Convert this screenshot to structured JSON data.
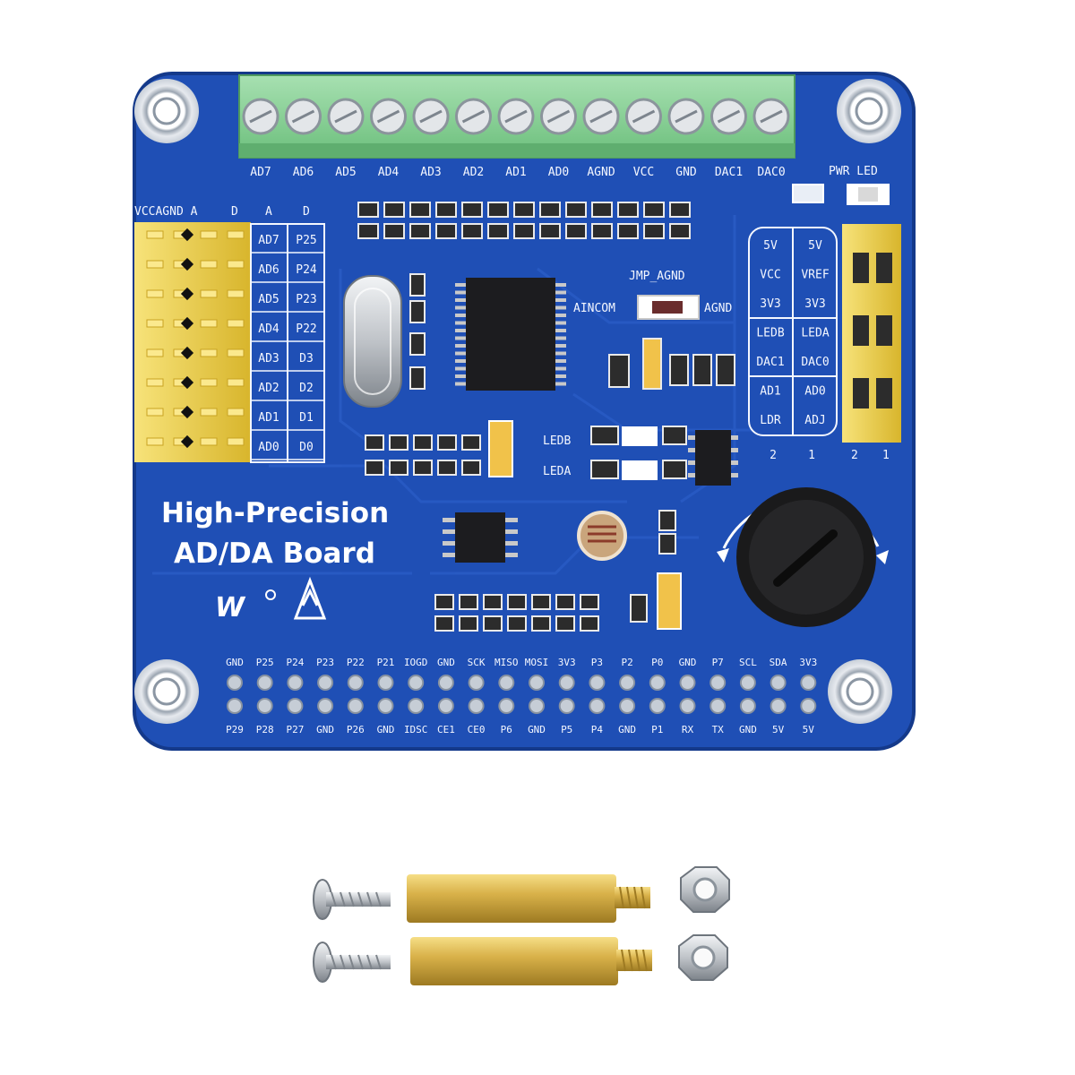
{
  "colors": {
    "pcb": "#1f4fb5",
    "pcb_dark": "#173f94",
    "silkscreen": "#f4f7ff",
    "terminal": "#8ed39a",
    "header_yellow": "#f2d64a",
    "brass": "#d9b24a",
    "steel": "#bfc3c8"
  },
  "board": {
    "title_line1": "High-Precision",
    "title_line2": "AD/DA Board",
    "brand_mark": "W",
    "terminal_labels": [
      "AD7",
      "AD6",
      "AD5",
      "AD4",
      "AD3",
      "AD2",
      "AD1",
      "AD0",
      "AGND",
      "VCC",
      "GND",
      "DAC1",
      "DAC0"
    ],
    "pwr_led_label": "PWR LED",
    "left_header_top": "VCCAGND A",
    "left_header_cols": [
      "D",
      "A",
      "D"
    ],
    "left_labels_a": [
      "AD7",
      "AD6",
      "AD5",
      "AD4",
      "AD3",
      "AD2",
      "AD1",
      "AD0"
    ],
    "left_labels_d": [
      "P25",
      "P24",
      "P23",
      "P22",
      "D3",
      "D2",
      "D1",
      "D0"
    ],
    "jmp_label": "JMP_AGND",
    "ain_label": "AINCOM",
    "agnd_label": "AGND",
    "led_labels": [
      "LEDB",
      "LEDA"
    ],
    "right_table": [
      [
        "5V",
        "5V"
      ],
      [
        "VCC",
        "VREF"
      ],
      [
        "3V3",
        "3V3"
      ],
      [
        "LEDB",
        "LEDA"
      ],
      [
        "DAC1",
        "DAC0"
      ],
      [
        "AD1",
        "AD0"
      ],
      [
        "LDR",
        "ADJ"
      ]
    ],
    "right_table_cols": [
      "2",
      "1"
    ],
    "right_jumper_cols": [
      "2",
      "1"
    ],
    "gpio_top": [
      "GND",
      "P25",
      "P24",
      "P23",
      "P22",
      "P21",
      "IOGD",
      "GND",
      "SCK",
      "MISO",
      "MOSI",
      "3V3",
      "P3",
      "P2",
      "P0",
      "GND",
      "P7",
      "SCL",
      "SDA",
      "3V3"
    ],
    "gpio_bottom": [
      "P29",
      "P28",
      "P27",
      "GND",
      "P26",
      "GND",
      "IDSC",
      "CE1",
      "CE0",
      "P6",
      "GND",
      "P5",
      "P4",
      "GND",
      "P1",
      "RX",
      "TX",
      "GND",
      "5V",
      "5V"
    ]
  },
  "accessories": {
    "description_names": [
      "screw",
      "standoff",
      "nut"
    ]
  }
}
